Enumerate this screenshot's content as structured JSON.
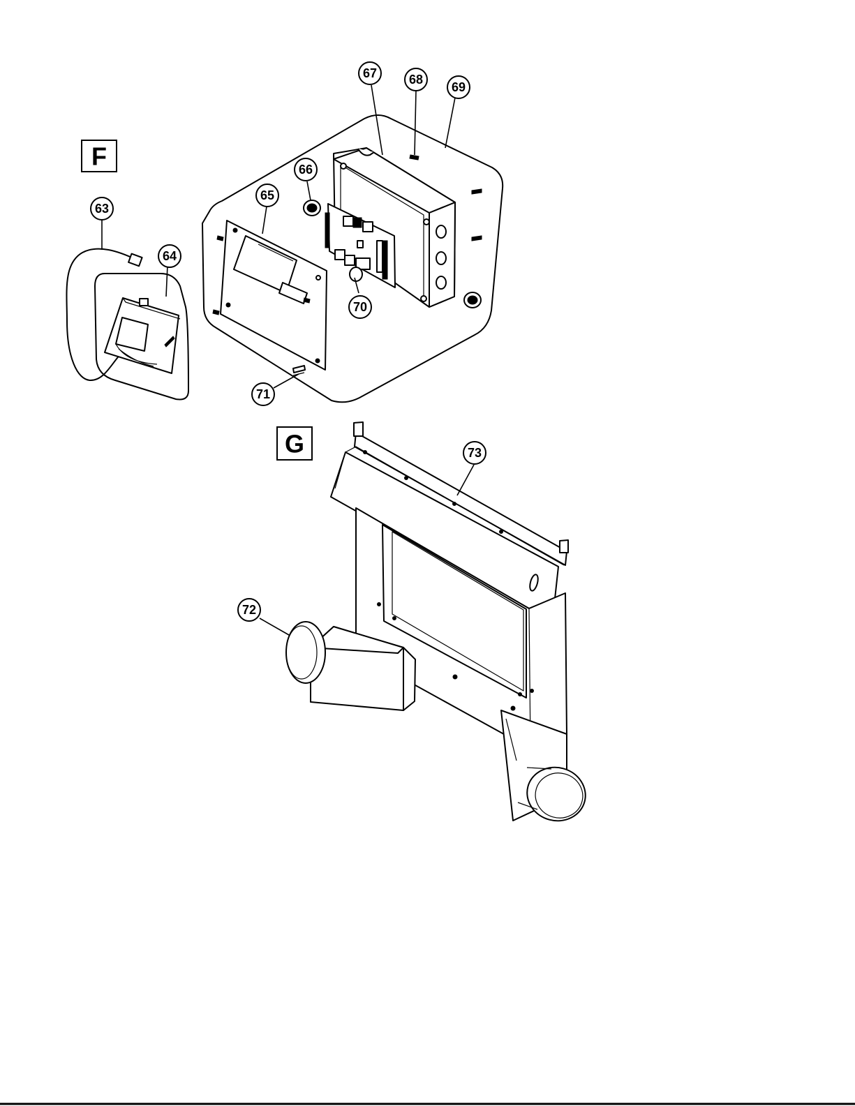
{
  "sections": {
    "f": "F",
    "g": "G"
  },
  "callouts": {
    "c63": "63",
    "c64": "64",
    "c65": "65",
    "c66": "66",
    "c67": "67",
    "c68": "68",
    "c69": "69",
    "c70": "70",
    "c71": "71",
    "c72": "72",
    "c73": "73"
  }
}
